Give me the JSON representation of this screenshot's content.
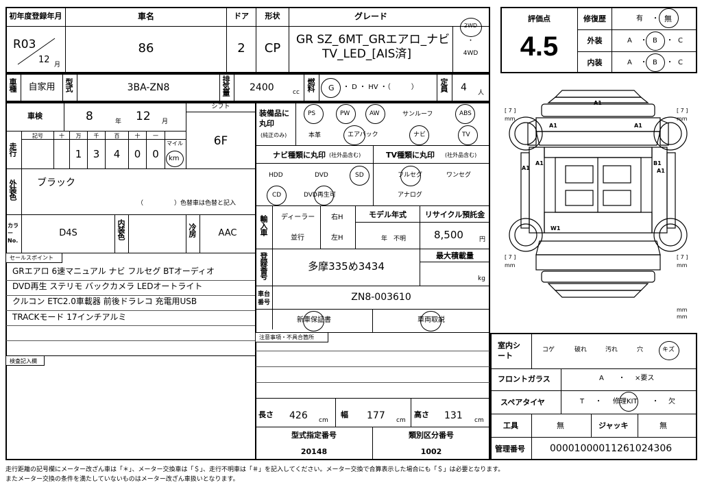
{
  "header": {
    "first_reg_label": "初年度登録年月",
    "first_reg_era_year": "R03",
    "first_reg_month": "12",
    "month_unit": "月",
    "model_name_label": "車名",
    "model_name": "86",
    "doors_label": "ドア",
    "doors": "2",
    "body_type_label": "形状",
    "body_type": "CP",
    "grade_label": "グレード",
    "grade_line1": "GR SZ_6MT_GRエアロ_ナビ",
    "grade_line2": "TV_LED_[AIS済]",
    "drive_2wd": "2WD",
    "drive_dot": "・",
    "drive_4wd": "4WD"
  },
  "score": {
    "label": "評価点",
    "value": "4.5",
    "repair_label": "修復歴",
    "repair_yes": "有",
    "repair_no": "無",
    "exterior_label": "外装",
    "interior_label": "内装",
    "grade_a": "A",
    "grade_b": "B",
    "grade_c": "C",
    "dot": "・"
  },
  "row2": {
    "usage_label": "車種",
    "usage": "自家用",
    "model_code_label": "型式",
    "model_code": "3BA-ZN8",
    "displacement_label": "排気量",
    "displacement": "2400",
    "displacement_unit": "cc",
    "fuel_label": "燃料",
    "fuel_g": "G",
    "fuel_rest": "・ D ・ HV ・（　　　）",
    "capacity_label": "定員",
    "capacity": "4",
    "capacity_unit": "人"
  },
  "inspection": {
    "label": "車検",
    "year": "8",
    "year_unit": "年",
    "month": "12",
    "month_unit": "月",
    "shift_label": "シフト",
    "shift": "6F",
    "mileage_label": "走行",
    "odo_headers": [
      "記号",
      "十",
      "万",
      "千",
      "百",
      "十",
      "一"
    ],
    "odo_digits": [
      "",
      "1",
      "3",
      "4",
      "0",
      "0"
    ],
    "mile_label": "マイル",
    "km_label": "km"
  },
  "color": {
    "ext_label": "外装色",
    "ext_value": "ブラック",
    "change_note": "（　　　　　）色替車は色替と記入",
    "color_no_label": "カラーNo.",
    "color_no": "D4S",
    "int_color_label": "内装色",
    "ac_label": "冷房",
    "ac": "AAC"
  },
  "equipment": {
    "label": "装備品に丸印",
    "sub": "(純正のみ)",
    "items": [
      "PS",
      "PW",
      "AW",
      "サンルーフ",
      "ABS",
      "本革",
      "エアバック",
      "ナビ",
      "TV"
    ],
    "nav_label": "ナビ種類に丸印",
    "nav_sub": "(社外品含む)",
    "nav_items": [
      "HDD",
      "DVD",
      "SD",
      "CD",
      "DVD再生可"
    ],
    "tv_label": "TV種類に丸印",
    "tv_sub": "(社外品含む)",
    "tv_items": [
      "フルセグ",
      "ワンセグ",
      "アナログ"
    ]
  },
  "import": {
    "label": "輸入車",
    "dealer": "ディーラー",
    "parallel": "並行",
    "rh": "右H",
    "lh": "左H",
    "model_year_label": "モデル年式",
    "model_year_val": "年　不明",
    "recycle_label": "リサイクル預託金",
    "recycle": "8,500",
    "recycle_unit": "円"
  },
  "registration": {
    "plate_label": "登録番号",
    "plate": "多摩335め3434",
    "max_load_label": "最大積載量",
    "max_load_unit": "kg",
    "chassis_label": "車台番号",
    "chassis": "ZN8-003610",
    "warranty": "新車保証書",
    "manual": "車両取説",
    "notes_label": "注意事項・不具合箇所"
  },
  "sales": {
    "label": "セールスポイント",
    "lines": [
      "GRエアロ  6速マニュアル  ナビ  フルセグ  BTオーディオ",
      "DVD再生  ステリモ  バックカメラ  LEDオートライト",
      "クルコン  ETC2.0車載器  前後ドラレコ  充電用USB",
      "TRACKモード  17インチアルミ"
    ],
    "inspector_label": "検査記入欄"
  },
  "dimensions": {
    "length_label": "長さ",
    "length": "426",
    "width_label": "幅",
    "width": "177",
    "height_label": "高さ",
    "height": "131",
    "unit": "cm",
    "type_cert_label": "型式指定番号",
    "type_cert": "20148",
    "class_label": "類別区分番号",
    "class": "1002"
  },
  "interior": {
    "sheet_label": "室内シート",
    "sheet_items": [
      "コゲ",
      "破れ",
      "汚れ",
      "穴",
      "キズ"
    ],
    "glass_label": "フロントガラス",
    "glass_a": "A",
    "glass_dot": "・",
    "glass_x": "×要ス",
    "spare_label": "スペアタイヤ",
    "spare_t": "T",
    "spare_kit": "修理KIT",
    "spare_none": "欠",
    "tools_label": "工具",
    "tools": "無",
    "jack_label": "ジャッキ",
    "jack": "無",
    "mgmt_label": "管理番号",
    "mgmt": "00001000011261024306"
  },
  "diagram": {
    "marks": [
      "A1",
      "A1",
      "A1",
      "A1",
      "A1",
      "B1",
      "A1",
      "W1"
    ],
    "mm": "mm",
    "bracket": "[ 7 ]"
  },
  "footer": {
    "line1": "走行距離の記号欄にメーター改ざん車は「＊」、メーター交換車は「＄」、走行不明車は「＃」を記入してください。メーター交換で合算表示した場合にも「＄」は必要となります。",
    "line2": "またメーター交換の条件を満たしていないものはメーター改ざん車扱いとなります。"
  }
}
